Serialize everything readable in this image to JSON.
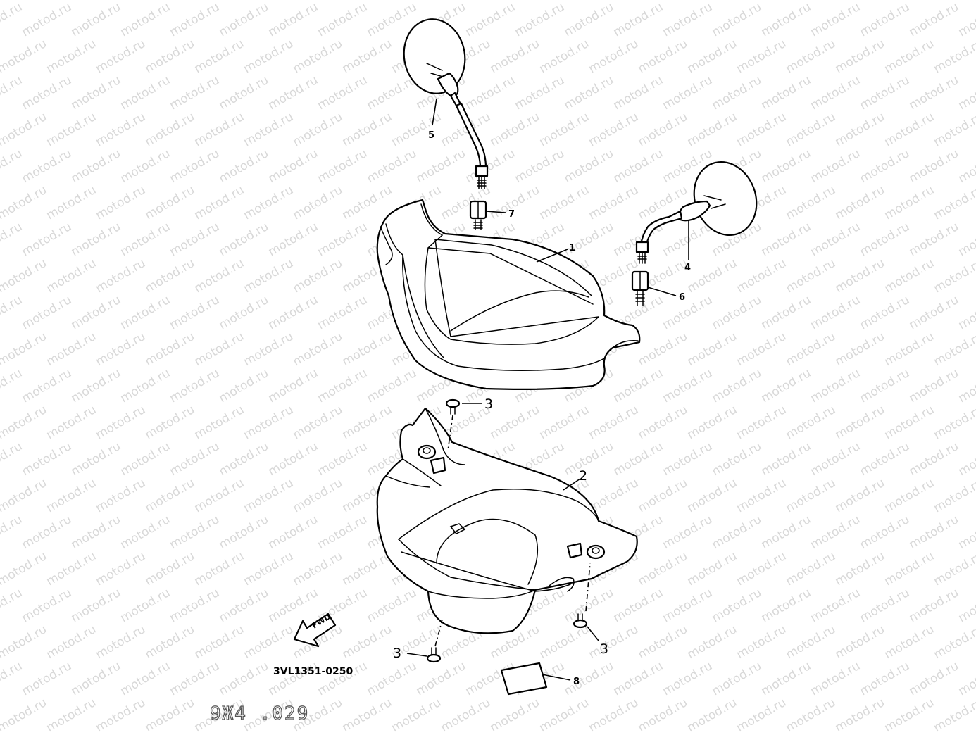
{
  "watermark": "motod.ru",
  "callouts": {
    "p1": "1",
    "p2": "2",
    "p3a": "3",
    "p3b": "3",
    "p3c": "3",
    "p4": "4",
    "p5": "5",
    "p6": "6",
    "p7": "7",
    "p8": "8"
  },
  "diagram_code": "3VL1351-0250",
  "fwd_label": "FWD",
  "stamp": "9Ж4 .029"
}
